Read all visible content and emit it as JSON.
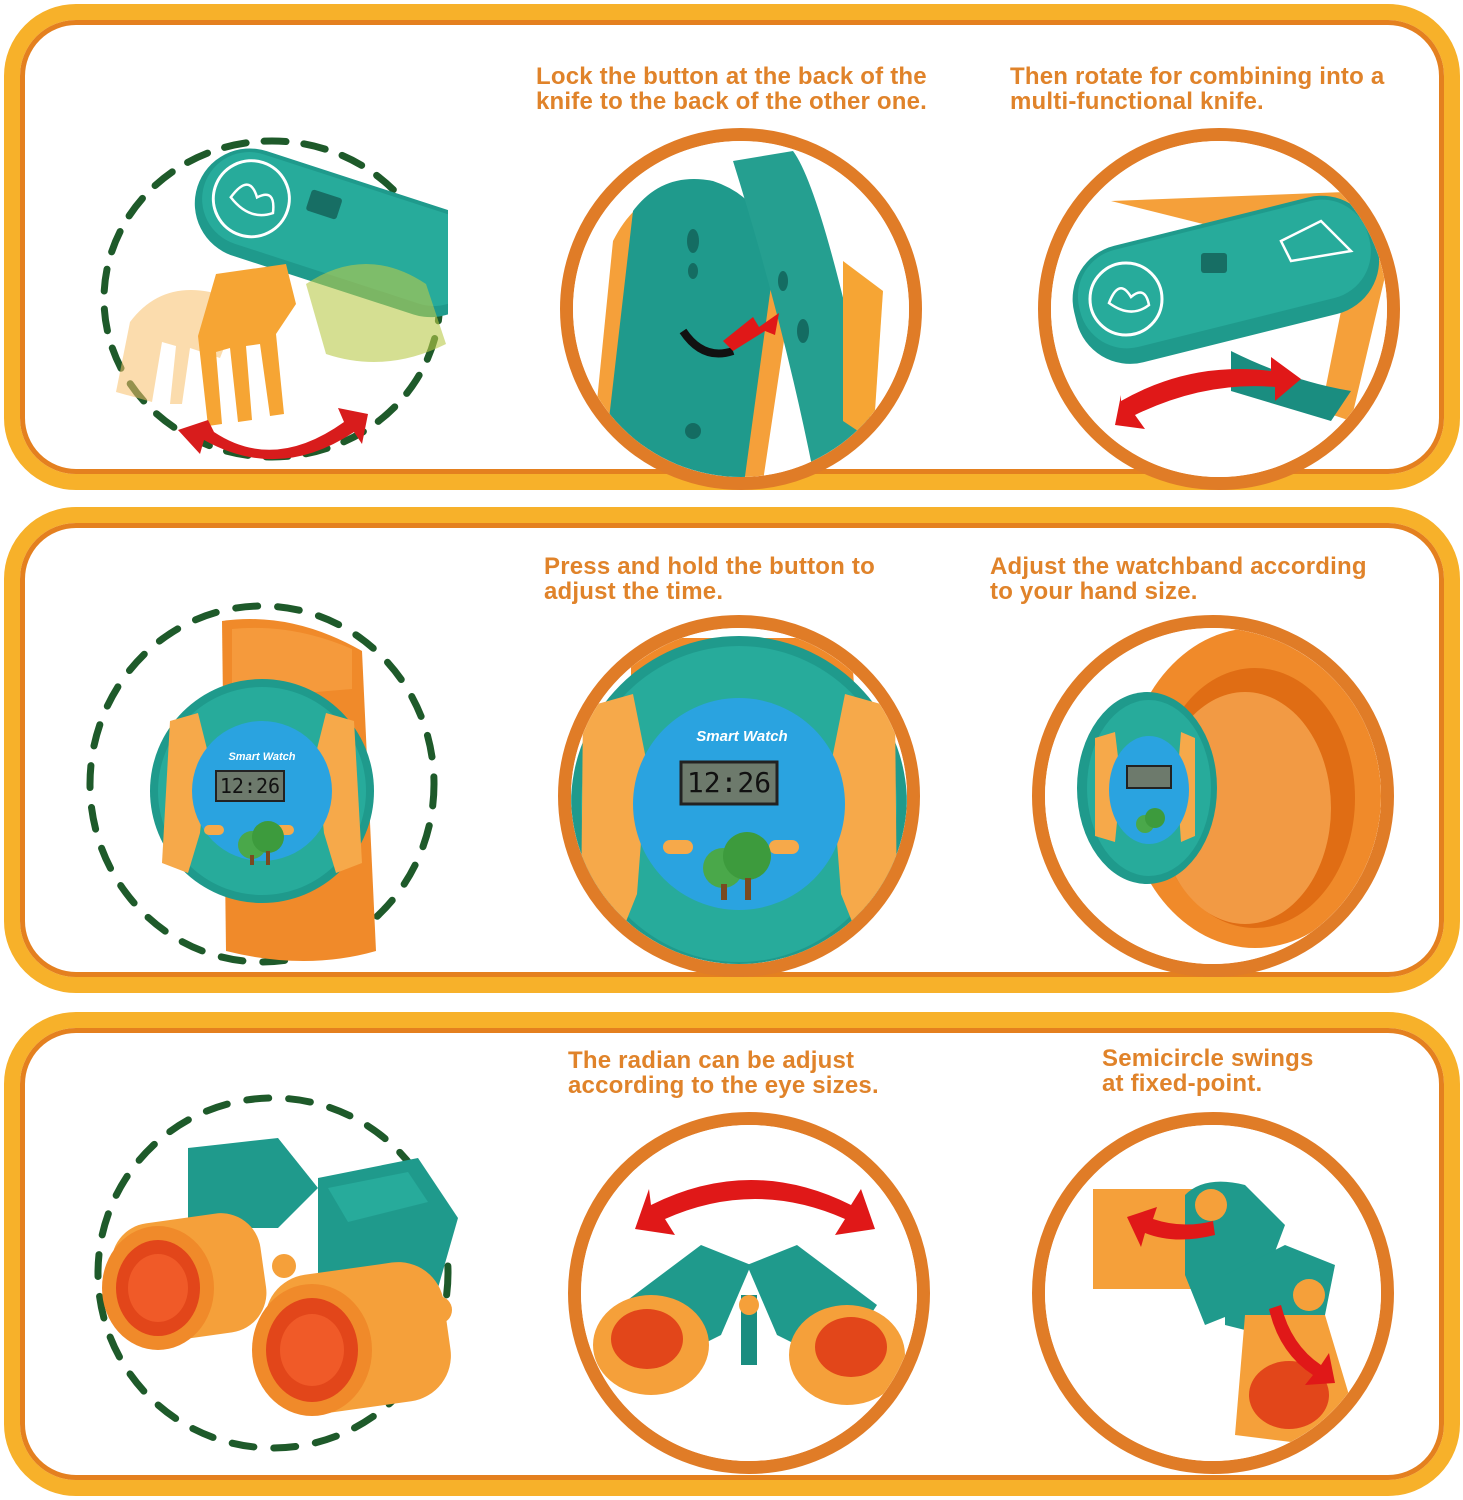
{
  "colors": {
    "panel_outer_border": "#f7b12a",
    "panel_inner_border": "#e4801f",
    "caption_text": "#e0832a",
    "detail_ring": "#e07c27",
    "dashed_ring": "#1e5a2a",
    "teal": "#1f9a8c",
    "orange_part": "#f5a03a",
    "arrow_red": "#e01818",
    "watch_face_blue": "#2aa3e0"
  },
  "panels": [
    {
      "id": "knife",
      "product": "multi-functional knife",
      "steps": [
        {
          "caption": "Lock the button at the back of the\nknife to the back of the other one."
        },
        {
          "caption": "Then rotate for combining into a\nmulti-functional knife."
        }
      ]
    },
    {
      "id": "watch",
      "product": "watch",
      "watch_label": "Smart Watch",
      "watch_time": "12:26",
      "steps": [
        {
          "caption": "Press and hold the button to\nadjust the time."
        },
        {
          "caption": "Adjust the watchband according\nto your hand size."
        }
      ]
    },
    {
      "id": "binoculars",
      "product": "binoculars",
      "steps": [
        {
          "caption": "The radian can be adjust\naccording to the eye sizes."
        },
        {
          "caption": "Semicircle swings\nat fixed-point."
        }
      ]
    }
  ]
}
